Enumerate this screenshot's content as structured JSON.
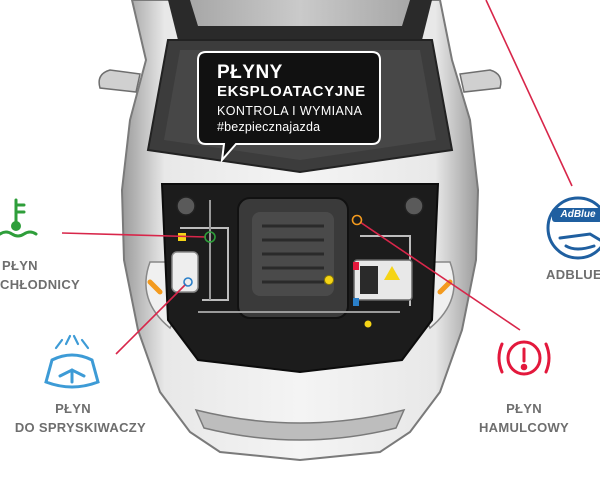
{
  "bubble": {
    "title_line1": "PŁYNY",
    "title_line2": "EKSPLOATACYJNE",
    "subtitle": "KONTROLA I WYMIANA",
    "hashtag": "#bezpiecznajazda"
  },
  "callouts": {
    "coolant": {
      "line1": "PŁYN",
      "line2": "CHŁODNICY",
      "icon": "coolant-temperature-icon",
      "color": "#2e9e3a"
    },
    "washer": {
      "line1": "PŁYN",
      "line2": "DO SPRYSKIWACZY",
      "icon": "windshield-washer-icon",
      "color": "#3d9bd6"
    },
    "brake": {
      "line1": "PŁYN",
      "line2": "HAMULCOWY",
      "icon": "brake-warning-icon",
      "color": "#e3183c"
    },
    "adblue": {
      "line1": "ADBLUE",
      "badge_text": "AdBlue",
      "icon": "adblue-nozzle-icon",
      "color": "#1f5fa0"
    }
  },
  "colors": {
    "leader_line": "#d8264a",
    "label_text": "#6e6e6e",
    "car_body": "#d9d9d9",
    "engine_bay": "#1c1c1c"
  }
}
